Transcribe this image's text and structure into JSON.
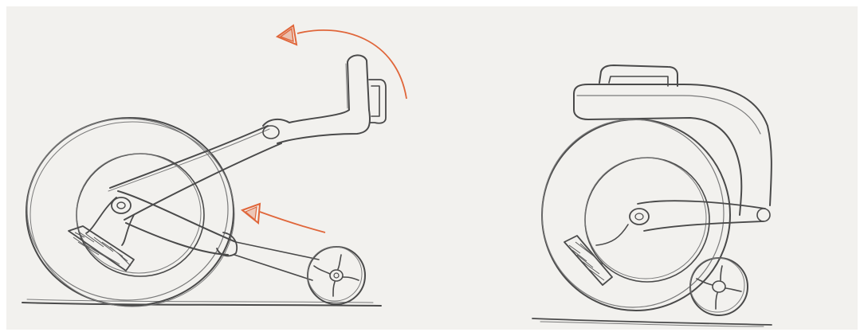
{
  "colors": {
    "paper": "#f2f1ee",
    "pencil": "#4a4a4a",
    "pencil_light": "#7a7a7a",
    "accent_arrow": "#e0663a",
    "hatch": "#5a5a5a"
  },
  "sketches": [
    {
      "name": "unfolded-bike-sketch",
      "arrows": [
        "rotate-handlebar-arrow",
        "fold-direction-arrow"
      ]
    },
    {
      "name": "folded-bike-sketch",
      "arrows": []
    }
  ]
}
